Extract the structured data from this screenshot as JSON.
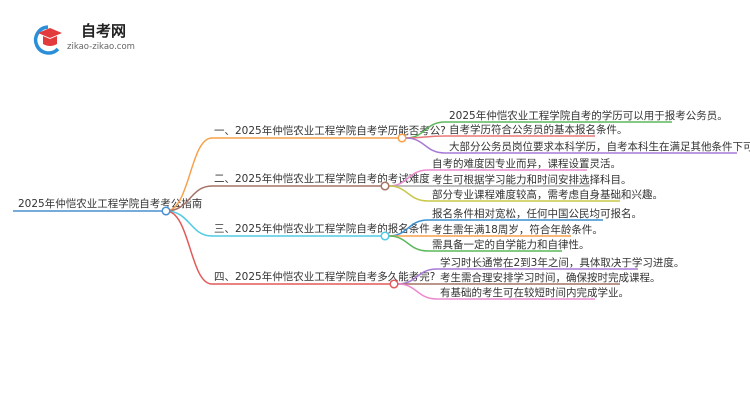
{
  "logo": {
    "title": "自考网",
    "subtitle": "zikao-zikao.com"
  },
  "root": {
    "label": "2025年仲恺农业工程学院自考考公指南",
    "color": "#4a8fd0"
  },
  "branches": [
    {
      "label": "一、2025年仲恺农业工程学院自考学历能否考公?",
      "color": "#f7a04c",
      "leaves": [
        {
          "text": "2025年仲恺农业工程学院自考的学历可以用于报考公务员。",
          "color": "#5cb85c"
        },
        {
          "text": "自考学历符合公务员的基本报名条件。",
          "color": "#e87878"
        },
        {
          "text": "大部分公务员岗位要求本科学历，自考本科生在满足其他条件下可参与考试。",
          "color": "#a77ad6"
        }
      ]
    },
    {
      "label": "二、2025年仲恺农业工程学院自考的考试难度",
      "color": "#a47366",
      "leaves": [
        {
          "text": "自考的难度因专业而异，课程设置灵活。",
          "color": "#ec8ad0"
        },
        {
          "text": "考生可根据学习能力和时间安排选择科目。",
          "color": "#aaaaaa"
        },
        {
          "text": "部分专业课程难度较高，需考虑自身基础和兴趣。",
          "color": "#c8c84a"
        }
      ]
    },
    {
      "label": "三、2025年仲恺农业工程学院自考的报名条件",
      "color": "#4fcbe3",
      "leaves": [
        {
          "text": "报名条件相对宽松，任何中国公民均可报名。",
          "color": "#3a8fd0"
        },
        {
          "text": "考生需年满18周岁，符合年龄条件。",
          "color": "#f7a04c"
        },
        {
          "text": "需具备一定的自学能力和自律性。",
          "color": "#5cb85c"
        }
      ]
    },
    {
      "label": "四、2025年仲恺农业工程学院自考多久能考完?",
      "color": "#e25a5a",
      "leaves": [
        {
          "text": "学习时长通常在2到3年之间，具体取决于学习进度。",
          "color": "#a77ad6"
        },
        {
          "text": "考生需合理安排学习时间，确保按时完成课程。",
          "color": "#a47366"
        },
        {
          "text": "有基础的考生可在较短时间内完成学业。",
          "color": "#ec8ad0"
        }
      ]
    }
  ]
}
